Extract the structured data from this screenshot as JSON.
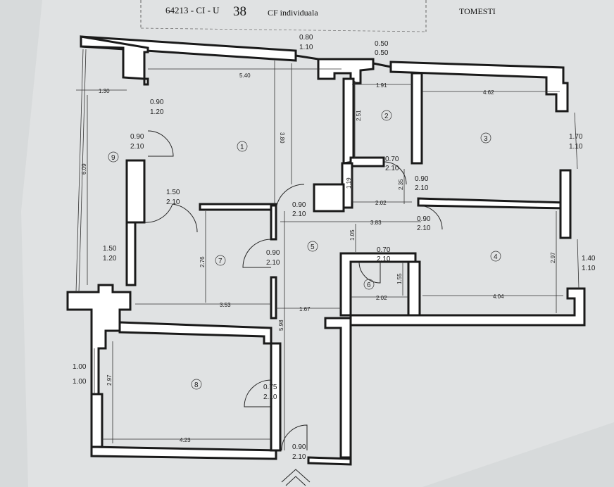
{
  "header": {
    "cadastral_prefix": "64213 - CI - U",
    "cadastral_unit": "38",
    "cf": "CF individuala",
    "locality": "TOMESTI"
  },
  "rooms": [
    "1",
    "2",
    "3",
    "4",
    "5",
    "6",
    "7",
    "8",
    "9"
  ],
  "openings": [
    [
      "0.80",
      "1.10"
    ],
    [
      "0.50",
      "0.50"
    ],
    [
      "0.90",
      "1.20"
    ],
    [
      "0.90",
      "2.10"
    ],
    [
      "0.70",
      "2.10"
    ],
    [
      "0.90",
      "2.10"
    ],
    [
      "1.50",
      "2.10"
    ],
    [
      "0.90",
      "2.10"
    ],
    [
      "1.70",
      "1.10"
    ],
    [
      "0.90",
      "2.10"
    ],
    [
      "0.90",
      "2.10"
    ],
    [
      "0.70",
      "2.10"
    ],
    [
      "1.50",
      "1.20"
    ],
    [
      "1.40",
      "1.10"
    ],
    [
      "1.00",
      "1.00"
    ],
    [
      "0.75",
      "2.10"
    ],
    [
      "0.90",
      "2.10"
    ]
  ],
  "dimensions": [
    "1.30",
    "5.40",
    "1.91",
    "4.62",
    "2.51",
    "3.80",
    "6.09",
    "1.19",
    "2.02",
    "2.35",
    "3.83",
    "1.05",
    "2.76",
    "1.55",
    "2.97",
    "3.53",
    "1.67",
    "2.02",
    "4.04",
    "5.98",
    "2.97",
    "4.23"
  ]
}
